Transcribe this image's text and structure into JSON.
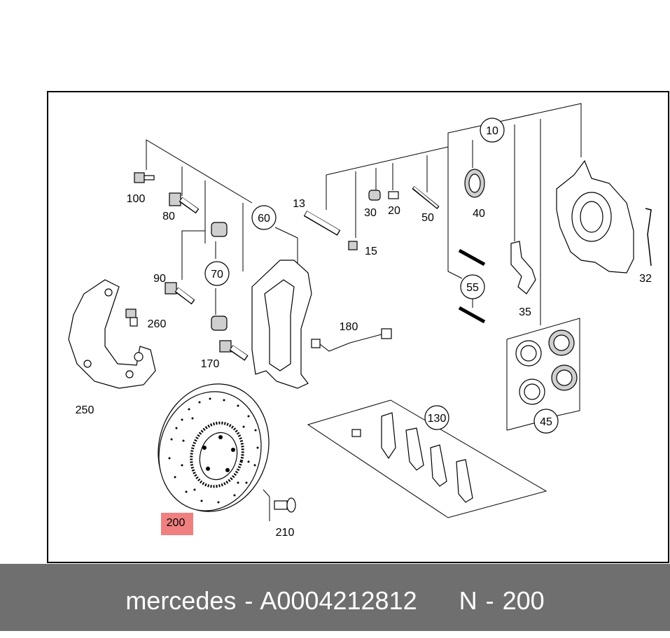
{
  "diagram": {
    "labels": {
      "p10": "10",
      "p13": "13",
      "p15": "15",
      "p20": "20",
      "p30": "30",
      "p32": "32",
      "p35": "35",
      "p40": "40",
      "p45": "45",
      "p50": "50",
      "p55": "55",
      "p60": "60",
      "p70": "70",
      "p80": "80",
      "p90": "90",
      "p100": "100",
      "p130": "130",
      "p170": "170",
      "p180": "180",
      "p200": "200",
      "p210": "210",
      "p250": "250",
      "p260": "260"
    },
    "highlighted_part": "200"
  },
  "footer": {
    "text": "mercedes - A0004212812     N - 200"
  },
  "colors": {
    "highlight": "#f08080",
    "footer_bg": "#6f6f6f",
    "footer_text": "#ffffff"
  }
}
